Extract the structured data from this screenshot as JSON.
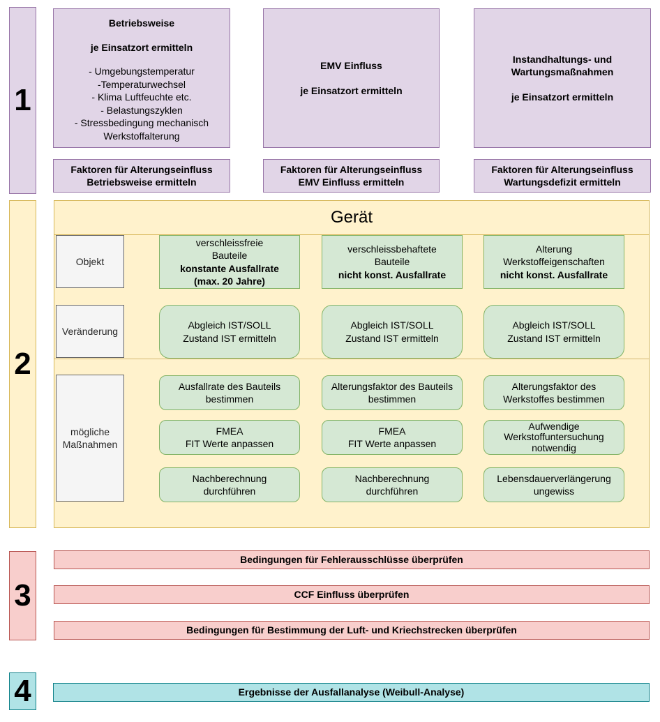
{
  "palette": {
    "purple_fill": "#E1D5E7",
    "purple_border": "#9673A6",
    "yellow_fill": "#FFF2CC",
    "yellow_border": "#D6B656",
    "green_fill": "#D5E8D4",
    "green_border": "#82B366",
    "grey_fill": "#F5F5F5",
    "grey_border": "#666666",
    "red_fill": "#F8CECC",
    "red_border": "#B85450",
    "teal_fill": "#B0E3E6",
    "teal_border": "#0E8088",
    "text": "#000000"
  },
  "s1": {
    "number": "1",
    "cols": [
      {
        "title": "Betriebsweise",
        "subtitle": "je Einsatzort ermitteln",
        "details": [
          "- Umgebungstemperatur",
          "-Temperaturwechsel",
          "- Klima Luftfeuchte etc.",
          "- Belastungszyklen",
          "- Stressbedingung mechanisch",
          "Werkstoffalterung"
        ],
        "factor": [
          "Faktoren für Alterungseinfluss",
          "Betriebsweise ermitteln"
        ]
      },
      {
        "title": "EMV Einfluss",
        "subtitle": "je Einsatzort ermitteln",
        "factor": [
          "Faktoren für Alterungseinfluss",
          "EMV Einfluss ermitteln"
        ]
      },
      {
        "title": [
          "Instandhaltungs- und",
          "Wartungsmaßnahmen"
        ],
        "subtitle": "je Einsatzort ermitteln",
        "factor": [
          "Faktoren für Alterungseinfluss",
          "Wartungsdefizit ermitteln"
        ]
      }
    ]
  },
  "s2": {
    "number": "2",
    "container_title": "Gerät",
    "row_labels": {
      "objekt": "Objekt",
      "veraenderung": "Veränderung",
      "massnahmen": [
        "mögliche",
        "Maßnahmen"
      ]
    },
    "objekt_row": [
      {
        "normal": [
          "verschleissfreie",
          "Bauteile"
        ],
        "bold": [
          "konstante Ausfallrate",
          "(max. 20 Jahre)"
        ]
      },
      {
        "normal": [
          "verschleissbehaftete",
          "Bauteile"
        ],
        "bold": [
          "nicht konst. Ausfallrate"
        ]
      },
      {
        "normal": [
          "Alterung",
          "Werkstoffeigenschaften"
        ],
        "bold": [
          "nicht konst. Ausfallrate"
        ]
      }
    ],
    "veraenderung_row": [
      [
        "Abgleich IST/SOLL",
        "Zustand IST ermitteln"
      ],
      [
        "Abgleich IST/SOLL",
        "Zustand IST ermitteln"
      ],
      [
        "Abgleich IST/SOLL",
        "Zustand IST ermitteln"
      ]
    ],
    "massnahmen_cols": [
      [
        [
          "Ausfallrate des Bauteils",
          "bestimmen"
        ],
        [
          "FMEA",
          "FIT Werte anpassen"
        ],
        [
          "Nachberechnung",
          "durchführen"
        ]
      ],
      [
        [
          "Alterungsfaktor des Bauteils",
          "bestimmen"
        ],
        [
          "FMEA",
          "FIT Werte anpassen"
        ],
        [
          "Nachberechnung",
          "durchführen"
        ]
      ],
      [
        [
          "Alterungsfaktor des",
          "Werkstoffes bestimmen"
        ],
        [
          "Aufwendige",
          "Werkstoffuntersuchung",
          "notwendig"
        ],
        [
          "Lebensdauerverlängerung",
          "ungewiss"
        ]
      ]
    ]
  },
  "s3": {
    "number": "3",
    "bars": [
      "Bedingungen für Fehlerausschlüsse überprüfen",
      "CCF Einfluss überprüfen",
      "Bedingungen für Bestimmung der Luft- und Kriechstrecken überprüfen"
    ]
  },
  "s4": {
    "number": "4",
    "bar": "Ergebnisse der Ausfallanalyse (Weibull-Analyse)"
  }
}
